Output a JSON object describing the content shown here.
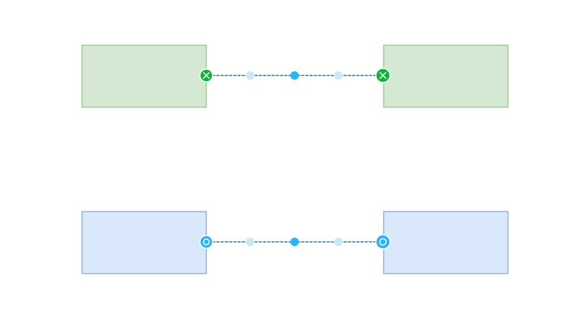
{
  "colors": {
    "green_fill": "#d5e8d4",
    "green_stroke": "#82b366",
    "blue_fill": "#dae8fc",
    "blue_stroke": "#6c8ebf",
    "edge_line": "#000000",
    "edge_selection_dash": "#29b6f2",
    "handle_blue": "#29b6f2",
    "handle_light": "#cfe6f7",
    "connected_endpoint": "#11b43b"
  },
  "diagram": {
    "rows": [
      {
        "id": "top",
        "shape_style": "green",
        "source_shape_label": "",
        "target_shape_label": "",
        "endpoint_state": "connected",
        "endpoint_icon": "x-icon"
      },
      {
        "id": "bottom",
        "shape_style": "blue",
        "source_shape_label": "",
        "target_shape_label": "",
        "endpoint_state": "floating",
        "endpoint_icon": "circle-icon"
      }
    ]
  }
}
